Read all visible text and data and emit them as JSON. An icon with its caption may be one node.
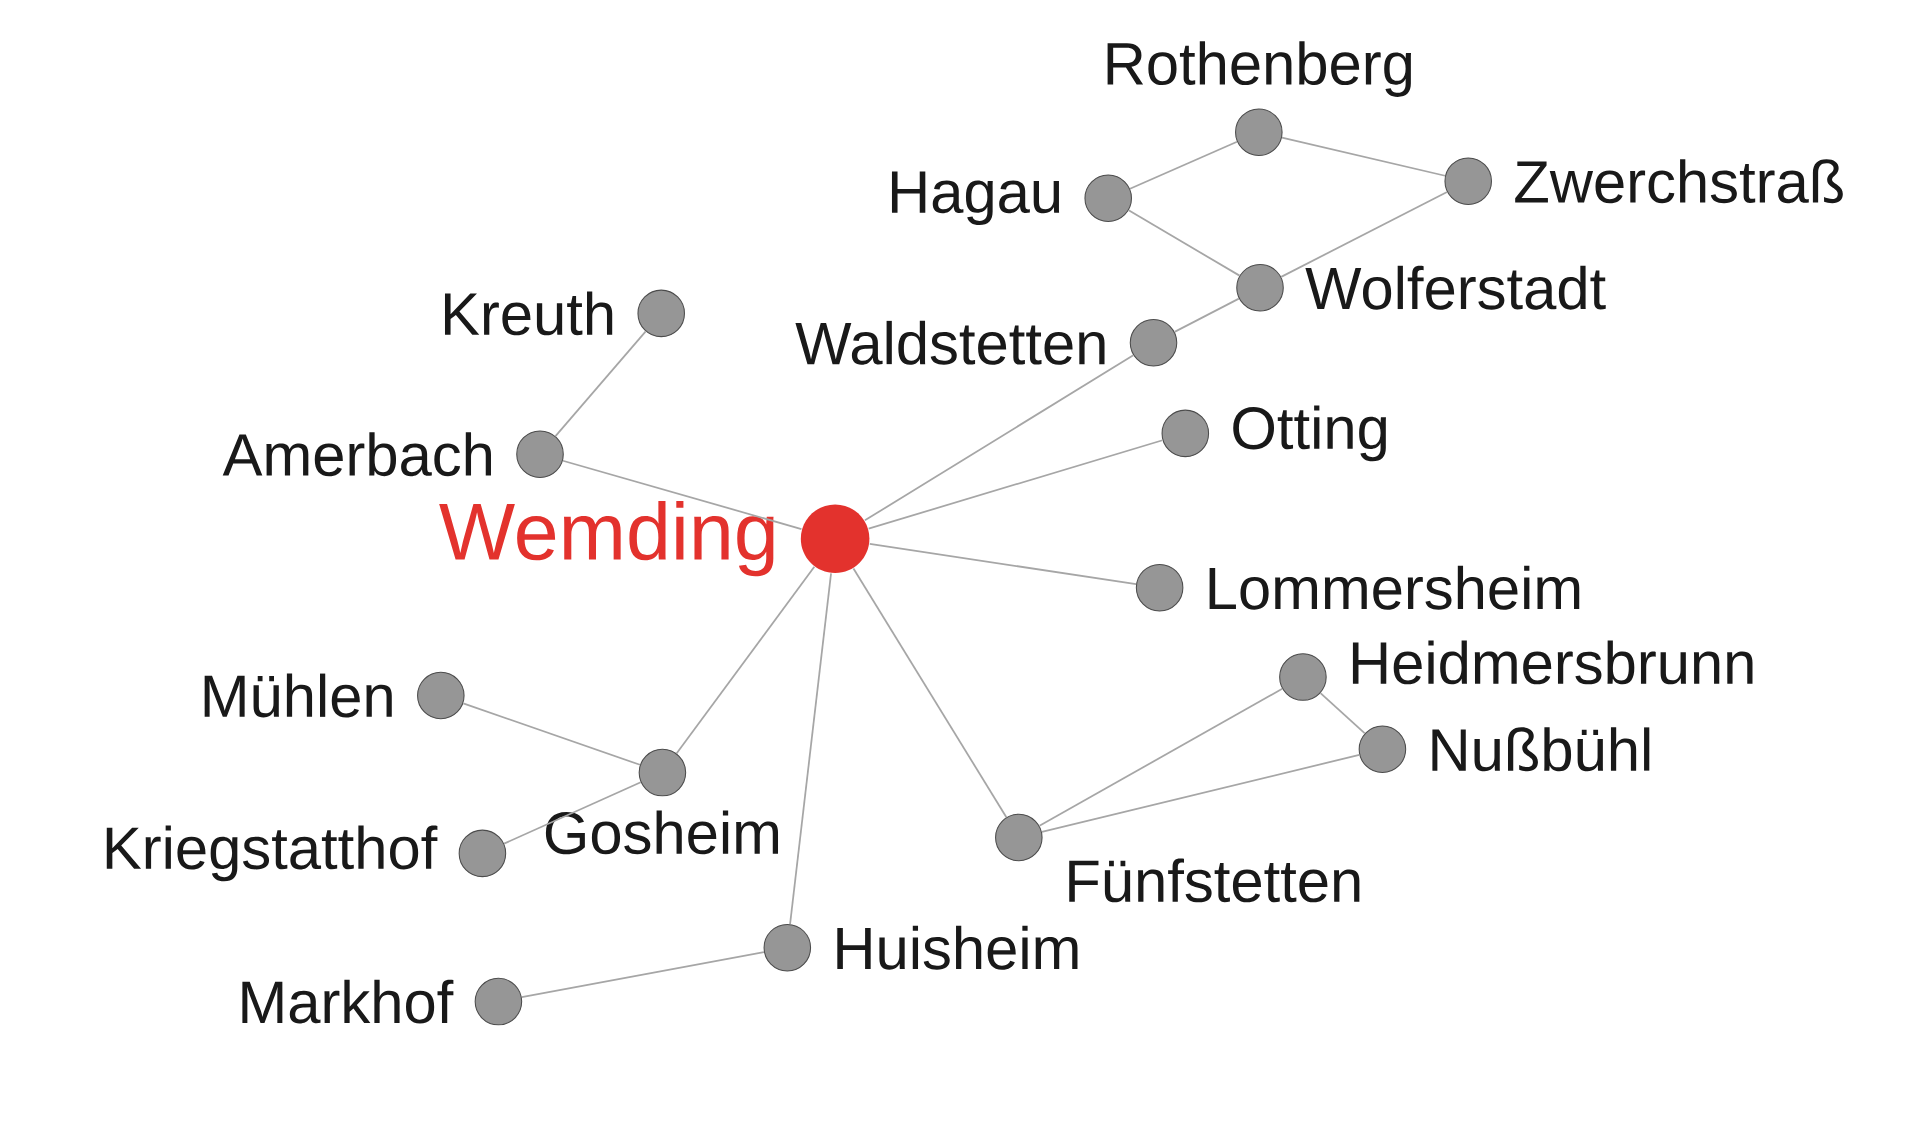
{
  "diagram": {
    "nodes": [
      {
        "text": [],
        "shape": "circle",
        "beside": [
          "Wemding"
        ]
      },
      {
        "text": [],
        "shape": "circle",
        "beside": [
          "Amerbach"
        ]
      },
      {
        "text": [],
        "shape": "circle",
        "beside": [
          "Kreuth"
        ]
      },
      {
        "text": [],
        "shape": "circle",
        "beside": [
          "Waldstetten"
        ]
      },
      {
        "text": [],
        "shape": "circle",
        "beside": [
          "Wolferstadt"
        ]
      },
      {
        "text": [],
        "shape": "circle",
        "beside": [
          "Hagau"
        ]
      },
      {
        "text": [],
        "shape": "circle",
        "beside": [
          "Rothenberg"
        ]
      },
      {
        "text": [],
        "shape": "circle",
        "beside": [
          "Zwerchstraß"
        ]
      },
      {
        "text": [],
        "shape": "circle",
        "beside": [
          "Otting"
        ]
      },
      {
        "text": [],
        "shape": "circle",
        "beside": [
          "Lommersheim"
        ]
      },
      {
        "text": [],
        "shape": "circle",
        "beside": [
          "Fünfstetten"
        ]
      },
      {
        "text": [],
        "shape": "circle",
        "beside": [
          "Heidmersbrunn"
        ]
      },
      {
        "text": [],
        "shape": "circle",
        "beside": [
          "Nußbühl"
        ]
      },
      {
        "text": [],
        "shape": "circle",
        "beside": [
          "Huisheim"
        ]
      },
      {
        "text": [],
        "shape": "circle",
        "beside": [
          "Markhof"
        ]
      },
      {
        "text": [],
        "shape": "circle",
        "beside": [
          "Gosheim"
        ]
      },
      {
        "text": [],
        "shape": "circle",
        "beside": [
          "Mühlen"
        ]
      },
      {
        "text": [],
        "shape": "circle",
        "beside": [
          "Kriegstatthof"
        ]
      }
    ],
    "edges": [
      {
        "from": 0,
        "to": 1,
        "arrow": "none"
      },
      {
        "from": 1,
        "to": 2,
        "arrow": "none"
      },
      {
        "from": 0,
        "to": 3,
        "arrow": "none"
      },
      {
        "from": 3,
        "to": 4,
        "arrow": "none"
      },
      {
        "from": 4,
        "to": 5,
        "arrow": "none"
      },
      {
        "from": 5,
        "to": 6,
        "arrow": "none"
      },
      {
        "from": 6,
        "to": 7,
        "arrow": "none"
      },
      {
        "from": 7,
        "to": 4,
        "arrow": "none"
      },
      {
        "from": 0,
        "to": 8,
        "arrow": "none"
      },
      {
        "from": 0,
        "to": 9,
        "arrow": "none"
      },
      {
        "from": 0,
        "to": 10,
        "arrow": "none"
      },
      {
        "from": 10,
        "to": 11,
        "arrow": "none"
      },
      {
        "from": 10,
        "to": 12,
        "arrow": "none"
      },
      {
        "from": 11,
        "to": 12,
        "arrow": "none"
      },
      {
        "from": 0,
        "to": 13,
        "arrow": "none"
      },
      {
        "from": 13,
        "to": 14,
        "arrow": "none"
      },
      {
        "from": 0,
        "to": 15,
        "arrow": "none"
      },
      {
        "from": 15,
        "to": 16,
        "arrow": "none"
      },
      {
        "from": 15,
        "to": 17,
        "arrow": "none"
      }
    ]
  }
}
